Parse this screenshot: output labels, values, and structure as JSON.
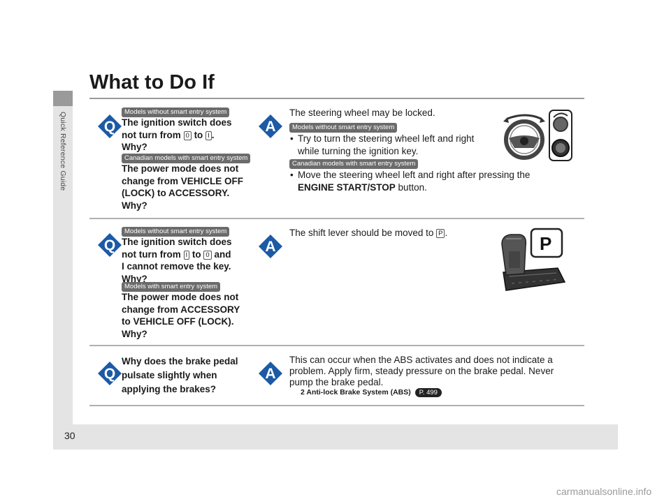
{
  "sidebar": {
    "label": "Quick Reference Guide"
  },
  "page_number": "30",
  "title": "What to Do If",
  "qa": [
    {
      "badge1": "Models without smart entry system",
      "q1": [
        "The ignition switch does",
        "not turn from",
        "to",
        ".",
        "Why?"
      ],
      "key_a": "0",
      "key_b": "I",
      "badge2": "Canadian models with smart entry system",
      "q2": [
        "The power mode does not",
        "change from VEHICLE OFF",
        "(LOCK) to ACCESSORY.",
        "Why?"
      ],
      "answer_intro": "The steering wheel may be locked.",
      "badge3": "Models without smart entry system",
      "bullet1": [
        "Try to turn the steering wheel left and right",
        "while turning the ignition key."
      ],
      "badge4": "Canadian models with smart entry system",
      "bullet2": [
        "Move the steering wheel left and right after pressing the",
        "ENGINE START/STOP",
        "button."
      ]
    },
    {
      "badge1": "Models without smart entry system",
      "q1": [
        "The ignition switch does",
        "not turn from",
        "to",
        "and",
        "I cannot remove the key.",
        "Why?"
      ],
      "key_a": "I",
      "key_b": "0",
      "badge2": "Models with smart entry system",
      "q2": [
        "The power mode does not",
        "change from ACCESSORY",
        "to VEHICLE OFF (LOCK).",
        "Why?"
      ],
      "answer_pre": "The shift lever should be moved to",
      "answer_key": "P",
      "answer_post": ".",
      "illus_letter": "P"
    },
    {
      "q1": [
        "Why does the brake pedal",
        "pulsate slightly when",
        "applying the brakes?"
      ],
      "answer": [
        "This can occur when the ABS activates and does not indicate a",
        "problem. Apply firm, steady pressure on the brake pedal. Never",
        "pump the brake pedal."
      ],
      "ref_marker": "2",
      "ref_label": "Anti-lock Brake System (ABS)",
      "ref_page": "P. 499"
    }
  ],
  "watermark": "carmanualsonline.info",
  "colors": {
    "q_blue": "#1d5aa6",
    "badge_gray": "#6b6b6b",
    "rule_gray": "#b0b0b0"
  }
}
